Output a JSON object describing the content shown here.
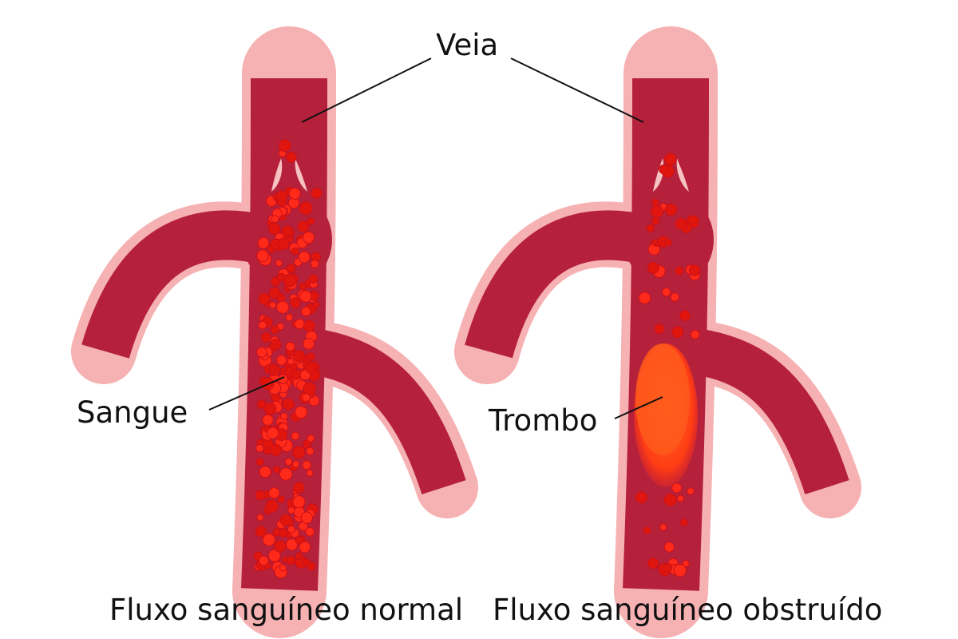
{
  "labels": {
    "vein": "Veia",
    "blood": "Sangue",
    "thrombus": "Trombo"
  },
  "captions": {
    "normal": "Fluxo sanguíneo normal",
    "obstructed": "Fluxo sanguíneo obstruído"
  },
  "colors": {
    "vessel_wall": "#b5213b",
    "vessel_glow": "#f6b1b3",
    "vessel_inner": "#a51a33",
    "blood_cell": "#ff2a1a",
    "blood_cell_dark": "#e0160e",
    "thrombus": "#ff5a1c",
    "line": "#111111"
  }
}
